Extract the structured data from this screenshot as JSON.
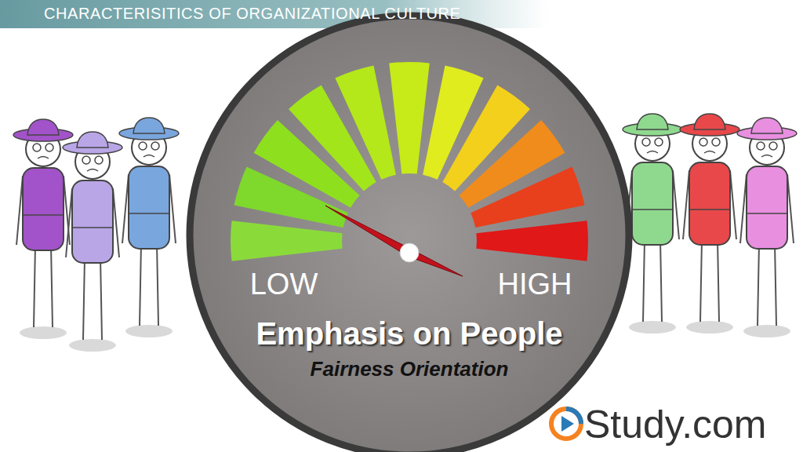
{
  "diagram": {
    "title": "CHARACTERISITICS OF ORGANIZATIONAL CULTURE",
    "nodes": [
      {
        "text": [
          "LOW",
          "HIGH",
          "Emphasis on People",
          "Fairness Orientation"
        ]
      }
    ],
    "labels": [
      "Study.com"
    ]
  }
}
